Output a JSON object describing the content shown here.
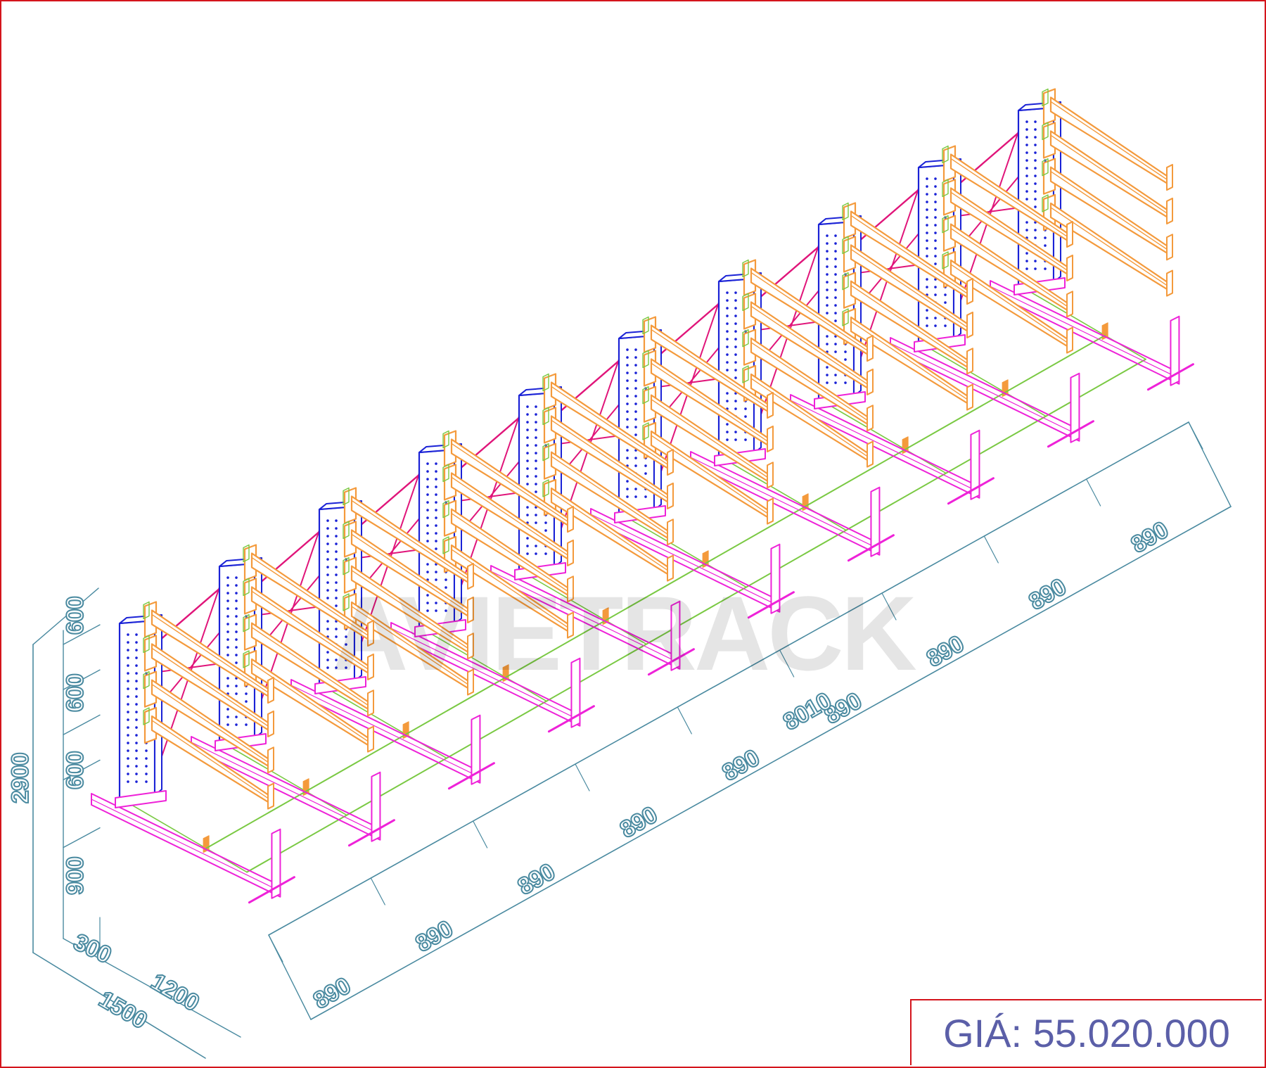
{
  "watermark": "AVIETRACK",
  "price": "GIÁ: 55.020.000",
  "dimensions": {
    "total_height": "2900",
    "level_spacings": [
      "600",
      "600",
      "600",
      "900"
    ],
    "depths": [
      "300",
      "1200",
      "1500"
    ],
    "bay_width": "890",
    "bay_count": 9,
    "total_length": "8010"
  },
  "colors": {
    "column": "#1a22d6",
    "arm": "#f49a3c",
    "brace": "#e0157a",
    "base": "#ee22d8",
    "guide": "#7ac943",
    "dimension": "#4a8aa0",
    "border": "#d4141c",
    "price": "#5b5fa8"
  }
}
